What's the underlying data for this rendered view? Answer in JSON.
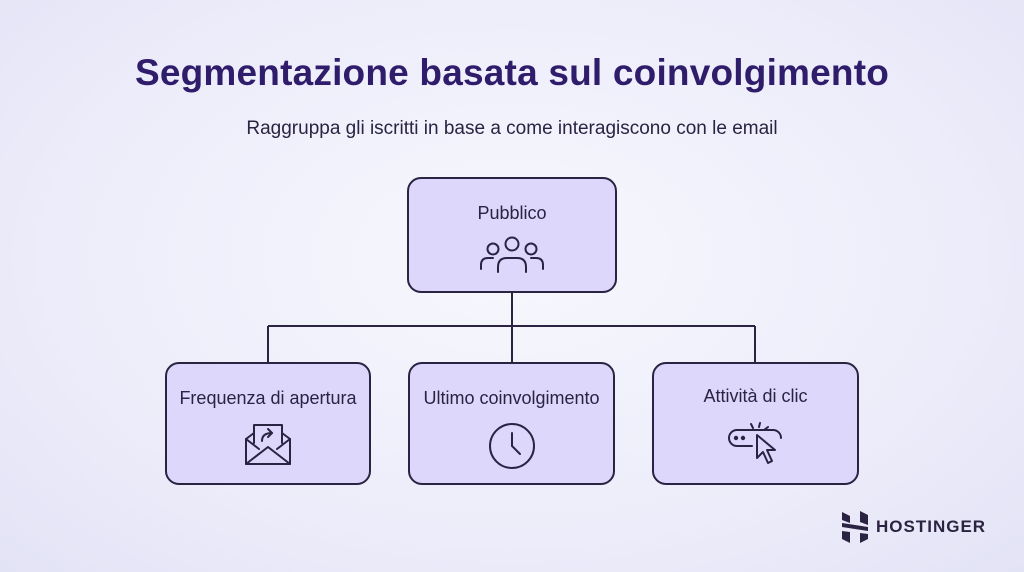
{
  "header": {
    "title": "Segmentazione basata sul coinvolgimento",
    "subtitle": "Raggruppa gli iscritti in base a come interagiscono con le email"
  },
  "diagram": {
    "root": {
      "label": "Pubblico",
      "icon": "users-group-icon"
    },
    "children": [
      {
        "label": "Frequenza di apertura",
        "icon": "envelope-open-icon"
      },
      {
        "label": "Ultimo coinvolgimento",
        "icon": "clock-icon"
      },
      {
        "label": "Attività di clic",
        "icon": "cursor-click-icon"
      }
    ]
  },
  "brand": {
    "name": "HOSTINGER",
    "logo": "hostinger-logo"
  },
  "colors": {
    "node_fill": "#ddd7fb",
    "outline": "#2a2342",
    "title": "#2f1c6a"
  }
}
